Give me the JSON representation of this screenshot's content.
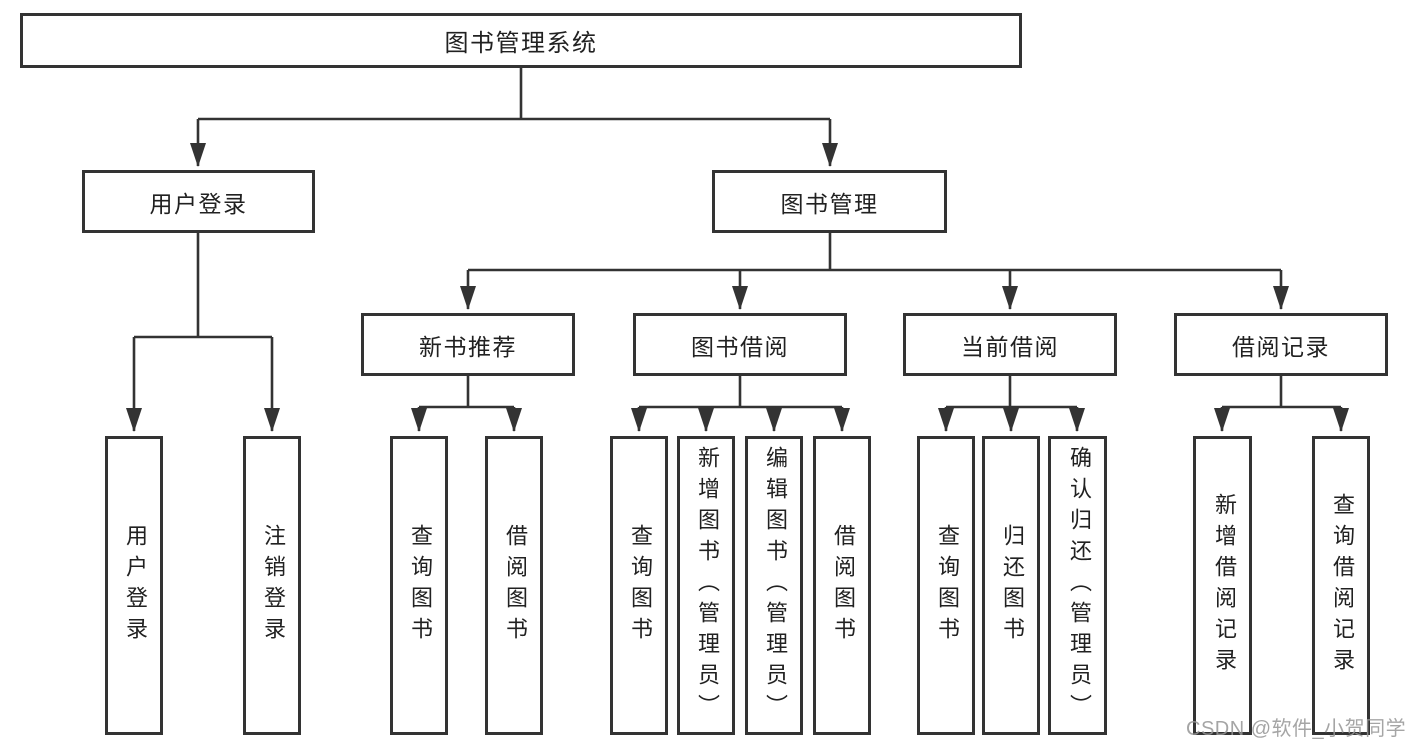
{
  "diagram": {
    "title": "图书管理系统",
    "structure": {
      "root": "图书管理系统",
      "children": [
        {
          "label": "用户登录",
          "children": [
            "用户登录",
            "注销登录"
          ]
        },
        {
          "label": "图书管理",
          "children": [
            {
              "label": "新书推荐",
              "children": [
                "查询图书",
                "借阅图书"
              ]
            },
            {
              "label": "图书借阅",
              "children": [
                "查询图书",
                "新增图书（管理员）",
                "编辑图书（管理员）",
                "借阅图书"
              ]
            },
            {
              "label": "当前借阅",
              "children": [
                "查询图书",
                "归还图书",
                "确认归还（管理员）"
              ]
            },
            {
              "label": "借阅记录",
              "children": [
                "新增借阅记录",
                "查询借阅记录"
              ]
            }
          ]
        }
      ]
    }
  },
  "nodes": {
    "root": "图书管理系统",
    "userLogin": "用户登录",
    "bookManagement": "图书管理",
    "newBookRecommend": "新书推荐",
    "bookBorrowing": "图书借阅",
    "currentBorrowing": "当前借阅",
    "borrowingRecords": "借阅记录",
    "leafUserLogin": "用户登录",
    "leafLogout": "注销登录",
    "queryBooks1": "查询图书",
    "borrowBooks1": "借阅图书",
    "queryBooks2": "查询图书",
    "addBooksAdmin": "新增图书（管理员）",
    "editBooksAdmin": "编辑图书（管理员）",
    "borrowBooks2": "借阅图书",
    "queryBooks3": "查询图书",
    "returnBooks": "归还图书",
    "confirmReturnAdmin": "确认归还（管理员）",
    "addBorrowRecord": "新增借阅记录",
    "queryBorrowRecord": "查询借阅记录"
  },
  "watermark": "CSDN @软件_小贺同学",
  "colors": {
    "line": "#333333",
    "text": "#212121",
    "watermark": "#969696",
    "background": "#ffffff"
  }
}
